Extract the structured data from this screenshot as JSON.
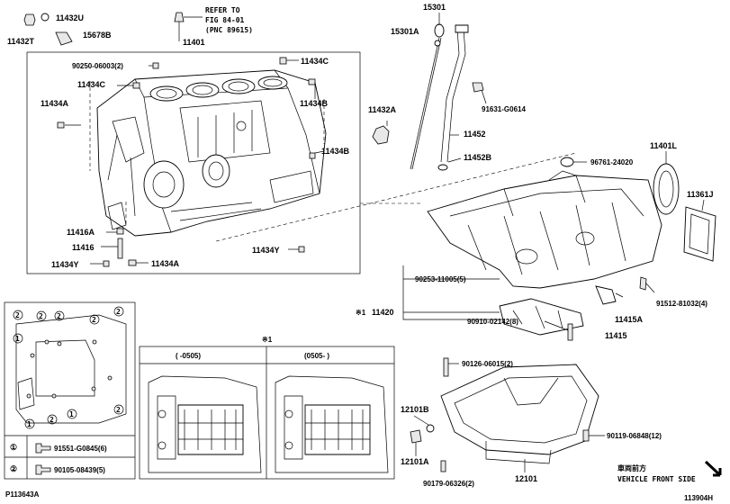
{
  "refer_note": [
    "REFER TO",
    "FIG 84-01",
    "(PNC 89615)"
  ],
  "callouts": {
    "c11432U": "11432U",
    "c11432T": "11432T",
    "c15678B": "15678B",
    "c11401": "11401",
    "c90250": "90250-06003(2)",
    "c11434C_a": "11434C",
    "c11434C_b": "11434C",
    "c11434B_a": "11434B",
    "c11434B_b": "11434B",
    "c11434A_a": "11434A",
    "c11434A_b": "11434A",
    "c11416A": "11416A",
    "c11416": "11416",
    "c11434Y_a": "11434Y",
    "c11434Y_b": "11434Y",
    "c11432A": "11432A",
    "c15301": "15301",
    "c15301A": "15301A",
    "c91631": "91631-G0614",
    "c11452": "11452",
    "c11452B": "11452B",
    "c96761": "96761-24020",
    "c11401L": "11401L",
    "c11361J": "11361J",
    "c90253": "90253-11005(5)",
    "c91512": "91512-81032(4)",
    "c11420": "11420",
    "c11420_mark": "※1",
    "c11415A": "11415A",
    "c11415": "11415",
    "c90910": "90910-02142(8)",
    "c90126": "90126-06015(2)",
    "c12101B": "12101B",
    "c12101A": "12101A",
    "c12101": "12101",
    "c90119": "90119-06848(12)",
    "c90179": "90179-06326(2)"
  },
  "inset": {
    "mark": "※1",
    "left_header": "(      -0505)",
    "right_header": "(0505-      )"
  },
  "legend": [
    {
      "num": "①",
      "part": "91551-G0845(6)"
    },
    {
      "num": "②",
      "part": "90105-08439(5)"
    }
  ],
  "bolt_marker_1": "1",
  "bolt_marker_2": "2",
  "vehicle_front_jp": "車両前方",
  "vehicle_front_en": "VEHICLE FRONT SIDE",
  "footer_left": "P113643A",
  "footer_right": "113904H"
}
